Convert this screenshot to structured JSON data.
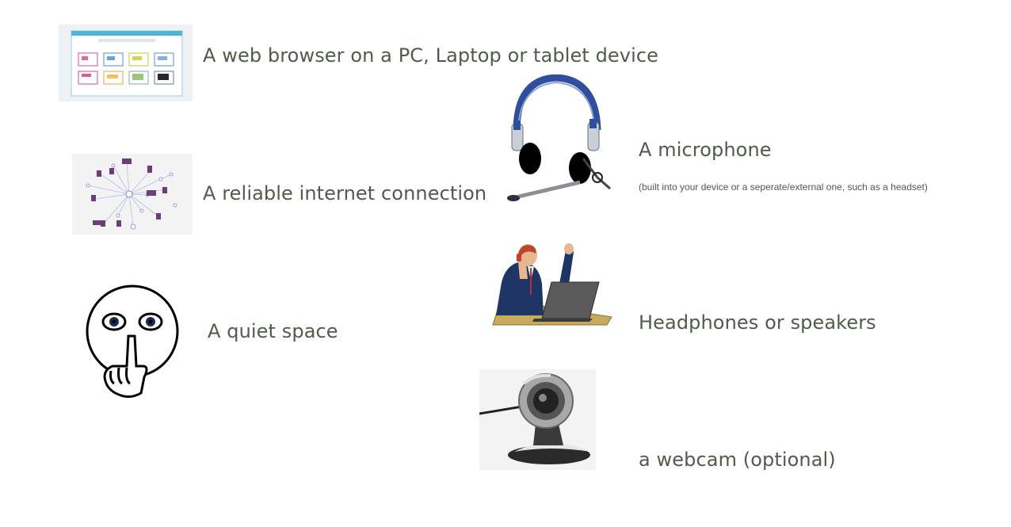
{
  "requirements": {
    "browser": {
      "label": "A web browser on a PC, Laptop or tablet device",
      "icon": "browser-window-icon"
    },
    "internet": {
      "label": "A reliable internet connection",
      "icon": "network-icon"
    },
    "quiet": {
      "label": "A quiet space",
      "icon": "shush-face-icon"
    },
    "microphone": {
      "label": "A microphone",
      "note": "(built into your device or a seperate/external one, such as a headset)",
      "icon": "headset-icon"
    },
    "headphones": {
      "label": "Headphones or speakers",
      "icon": "person-laptop-icon"
    },
    "webcam": {
      "label": "a webcam (optional)",
      "icon": "webcam-icon"
    }
  },
  "colors": {
    "text": "#4d5d4a",
    "headset_blue": "#2f4f9e",
    "desk": "#c8aa5c"
  }
}
